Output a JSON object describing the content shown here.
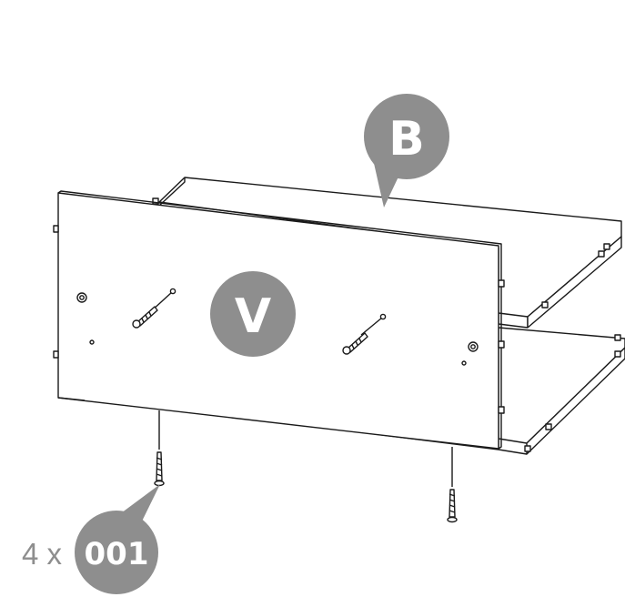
{
  "labels": {
    "panel_b": "B",
    "panel_v": "V",
    "quantity_prefix": "4 x",
    "part_number": "001"
  },
  "icons": {
    "screw": "screw-icon",
    "cam_lock": "cam-lock-icon",
    "dowel": "dowel-icon"
  },
  "colors": {
    "badge": "#8e8e8e",
    "badge_text": "#ffffff",
    "line": "#1a1a1a",
    "background": "#ffffff"
  }
}
